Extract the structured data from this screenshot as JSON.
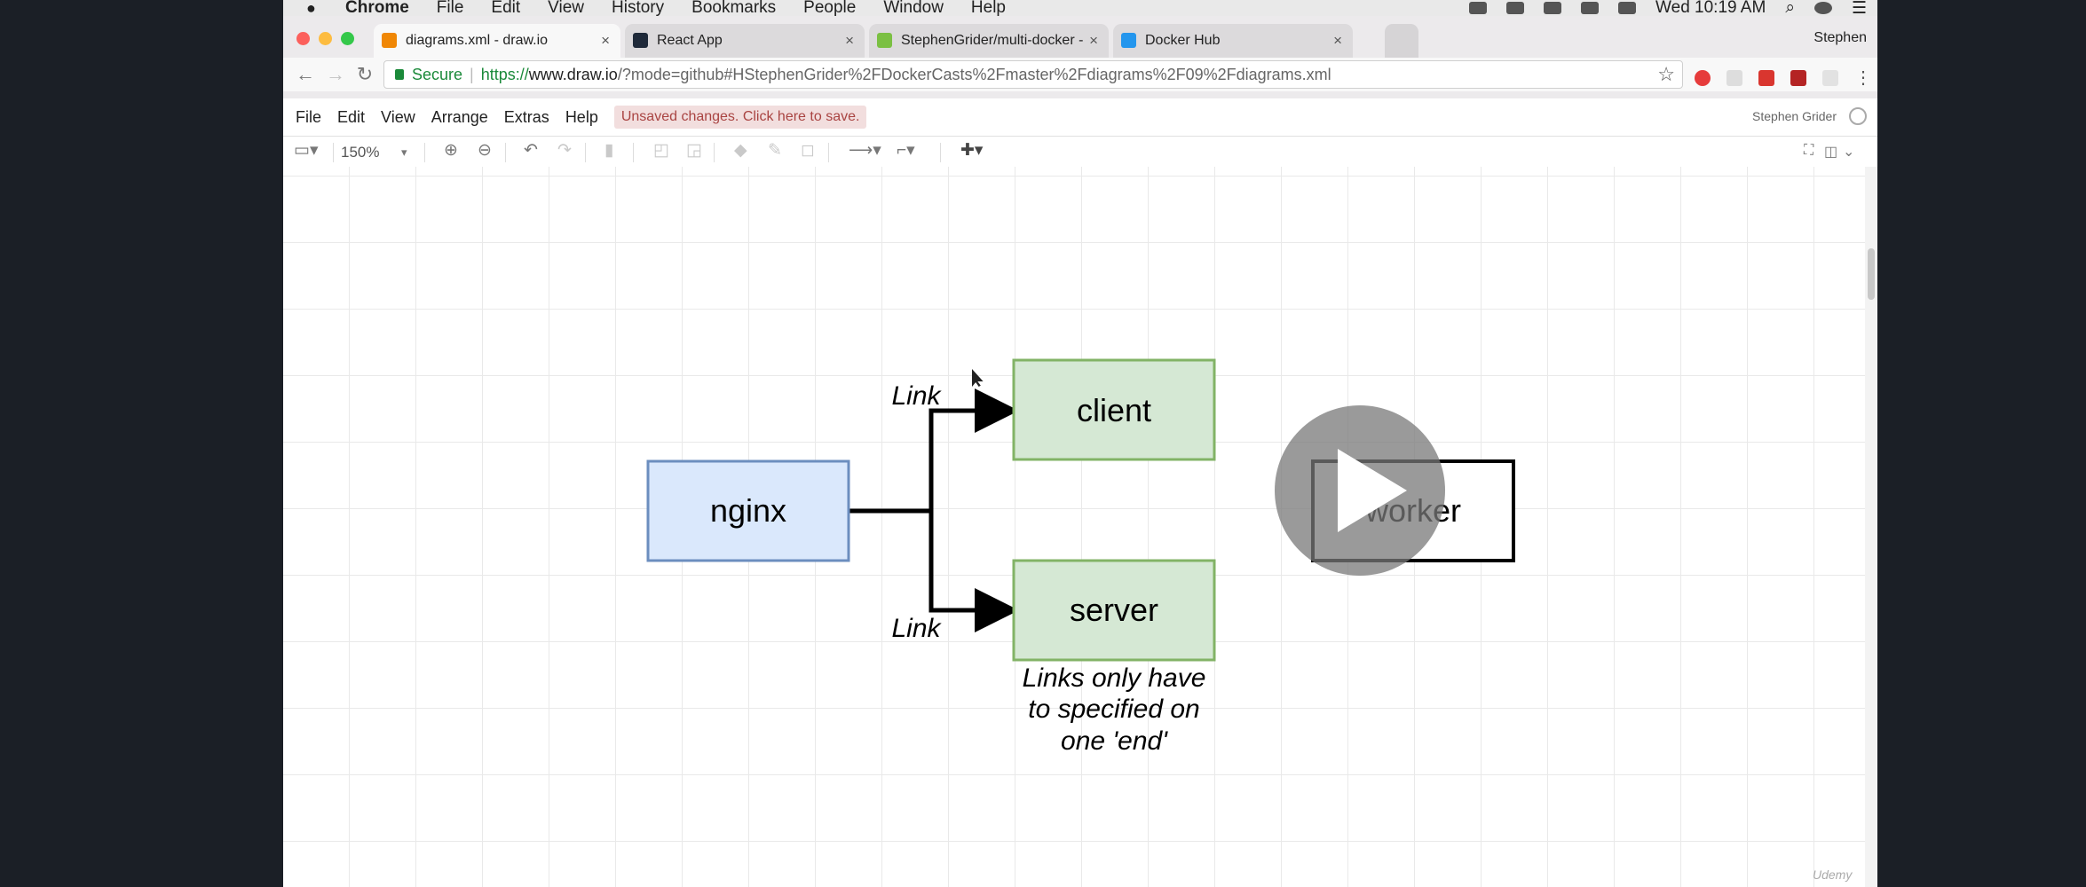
{
  "mac_menu": {
    "app_name": "Chrome",
    "items": [
      "File",
      "Edit",
      "View",
      "History",
      "Bookmarks",
      "People",
      "Window",
      "Help"
    ],
    "clock": "Wed 10:19 AM"
  },
  "tabs": [
    {
      "label": "diagrams.xml - draw.io",
      "favicon_color": "#f08705",
      "active": true
    },
    {
      "label": "React App",
      "favicon_color": "#1f2a3a",
      "active": false
    },
    {
      "label": "StephenGrider/multi-docker -",
      "favicon_color": "#7bc043",
      "active": false
    },
    {
      "label": "Docker Hub",
      "favicon_color": "#2496ed",
      "active": false
    }
  ],
  "profile_name": "Stephen",
  "address": {
    "secure_label": "Secure",
    "proto": "https://",
    "host": "www.draw.io",
    "path": "/?mode=github#HStephenGrider%2FDockerCasts%2Fmaster%2Fdiagrams%2F09%2Fdiagrams.xml"
  },
  "app_menu": {
    "items": [
      "File",
      "Edit",
      "View",
      "Arrange",
      "Extras",
      "Help"
    ],
    "unsaved_notice": "Unsaved changes. Click here to save.",
    "account": "Stephen Grider"
  },
  "toolbar": {
    "zoom_level": "150%"
  },
  "diagram": {
    "nodes": {
      "nginx": {
        "label": "nginx",
        "fill": "#dae8fc",
        "stroke": "#6c8ebf"
      },
      "client": {
        "label": "client",
        "fill": "#d5e8d4",
        "stroke": "#82b366"
      },
      "server": {
        "label": "server",
        "fill": "#d5e8d4",
        "stroke": "#82b366"
      },
      "worker": {
        "label": "worker",
        "fill": "#ffffff",
        "stroke": "#000000"
      }
    },
    "edge_labels": {
      "top": "Link",
      "bottom": "Link"
    },
    "note": [
      "Links only have",
      "to specified on",
      "one 'end'"
    ]
  },
  "watermark": "Udemy"
}
